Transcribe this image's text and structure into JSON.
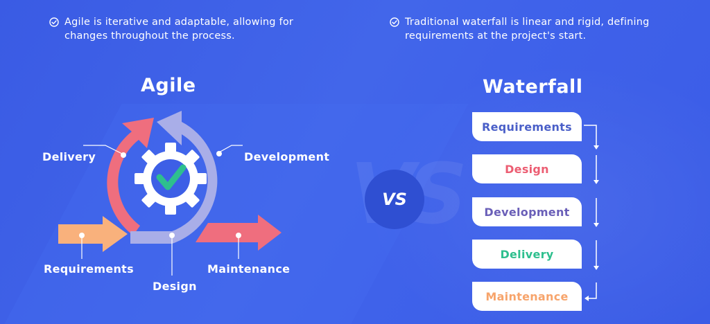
{
  "notes": {
    "agile": "Agile is iterative and adaptable, allowing for changes throughout the process.",
    "waterfall": "Traditional waterfall is linear and rigid, defining requirements at the project's start."
  },
  "agile": {
    "title": "Agile",
    "labels": {
      "delivery": "Delivery",
      "development": "Development",
      "requirements": "Requirements",
      "design": "Design",
      "maintenance": "Maintenance"
    },
    "colors": {
      "red_arc": "#ef6e7e",
      "lavender_arc": "#a9aee8",
      "orange_arrow": "#f9b17c",
      "red_arrow": "#ef6e7e",
      "gear_check": "#2ebf8e"
    }
  },
  "vs": "VS",
  "waterfall": {
    "title": "Waterfall",
    "steps": [
      {
        "label": "Requirements",
        "color": "#4a5fc8"
      },
      {
        "label": "Design",
        "color": "#ec5d72"
      },
      {
        "label": "Development",
        "color": "#6a5fb8"
      },
      {
        "label": "Delivery",
        "color": "#2ebf8e"
      },
      {
        "label": "Maintenance",
        "color": "#f7a46b"
      }
    ]
  }
}
